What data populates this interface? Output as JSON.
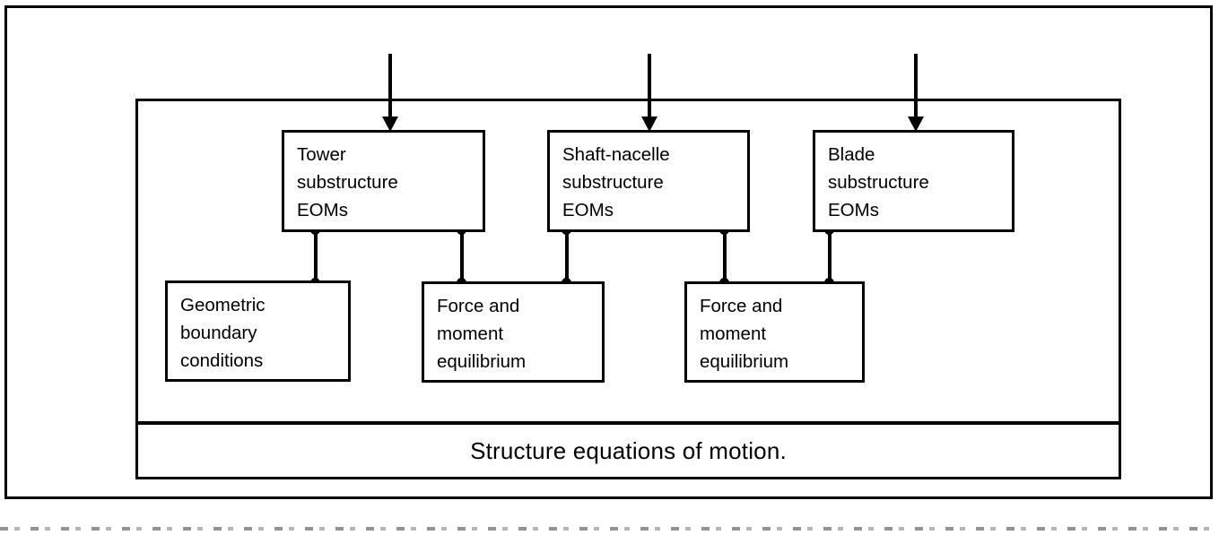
{
  "figure": {
    "caption": "Structure equations of motion."
  },
  "inputs": [
    {
      "name": "arrow-into-tower"
    },
    {
      "name": "arrow-into-shaft-nacelle"
    },
    {
      "name": "arrow-into-blade"
    }
  ],
  "substructures": [
    {
      "id": "tower",
      "lines": [
        "Tower",
        "substructure",
        "EOMs"
      ]
    },
    {
      "id": "shaft-nacelle",
      "lines": [
        "Shaft-nacelle",
        "substructure",
        "EOMs"
      ]
    },
    {
      "id": "blade",
      "lines": [
        "Blade",
        "substructure",
        "EOMs"
      ]
    }
  ],
  "couplings": [
    {
      "id": "geometric-boundary-conditions",
      "lines": [
        "Geometric",
        "boundary",
        "conditions"
      ]
    },
    {
      "id": "force-moment-equilibrium-1",
      "lines": [
        "Force and",
        "moment",
        "equilibrium"
      ]
    },
    {
      "id": "force-moment-equilibrium-2",
      "lines": [
        "Force and",
        "moment",
        "equilibrium"
      ]
    }
  ],
  "links": [
    {
      "from": "tower",
      "to": "geometric-boundary-conditions"
    },
    {
      "from": "tower",
      "to": "force-moment-equilibrium-1"
    },
    {
      "from": "shaft-nacelle",
      "to": "force-moment-equilibrium-1"
    },
    {
      "from": "shaft-nacelle",
      "to": "force-moment-equilibrium-2"
    },
    {
      "from": "blade",
      "to": "force-moment-equilibrium-2"
    }
  ],
  "colors": {
    "ink": "#000000",
    "paper": "#ffffff"
  }
}
